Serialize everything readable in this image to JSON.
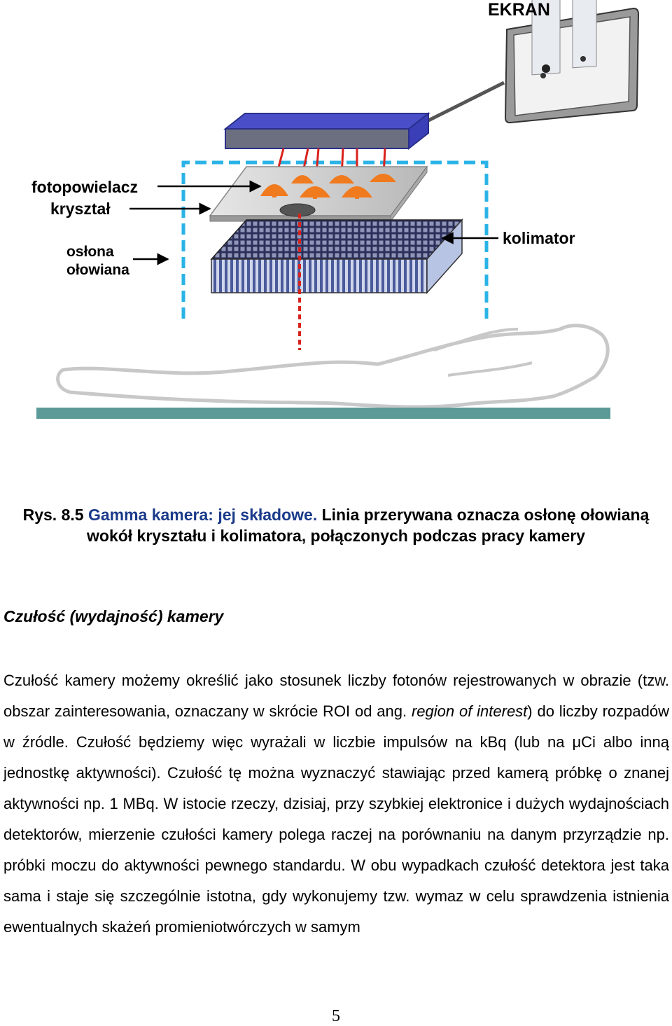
{
  "figure": {
    "labels": {
      "screen": "EKRAN",
      "photomultiplier": "fotopowielacz",
      "crystal": "kryształ",
      "shield_line1": "osłona",
      "shield_line2": "ołowiana",
      "collimator": "kolimator"
    },
    "colors": {
      "detector_blue": "#3a3fb8",
      "shield_dash": "#2ab3e6",
      "pmt_orange": "#f07a1e",
      "ray_red": "#d9221c",
      "table_teal": "#5b9a96"
    }
  },
  "caption": {
    "bold_part": "Rys. 8.5 ",
    "accent_part": "Gamma kamera: jej składowe.",
    "rest": " Linia przerywana oznacza osłonę ołowianą wokół kryształu i kolimatora, połączonych podczas pracy kamery"
  },
  "section": {
    "heading": "Czułość (wydajność) kamery"
  },
  "paragraph": {
    "p1": "Czułość kamery możemy określić jako stosunek liczby fotonów rejestrowanych w obrazie (tzw. obszar zainteresowania, oznaczany w skrócie ROI od ang. ",
    "em1": "region of interest",
    "p2": ") do liczby rozpadów w źródle. Czułość będziemy więc wyrażali w liczbie impulsów na kBq (lub na μCi albo inną jednostkę aktywności). Czułość tę można wyznaczyć stawiając przed kamerą próbkę o znanej aktywności np. 1 MBq. W istocie rzeczy, dzisiaj, przy szybkiej elektronice i dużych wydajnościach detektorów, mierzenie czułości kamery polega raczej na porównaniu na danym przyrządzie np. próbki moczu do aktywności pewnego standardu. W obu wypadkach czułość detektora jest taka sama i staje się szczególnie istotna, gdy wykonujemy tzw. wymaz w celu sprawdzenia istnienia ewentualnych skażeń promieniotwórczych w samym"
  },
  "page": {
    "number": "5"
  }
}
